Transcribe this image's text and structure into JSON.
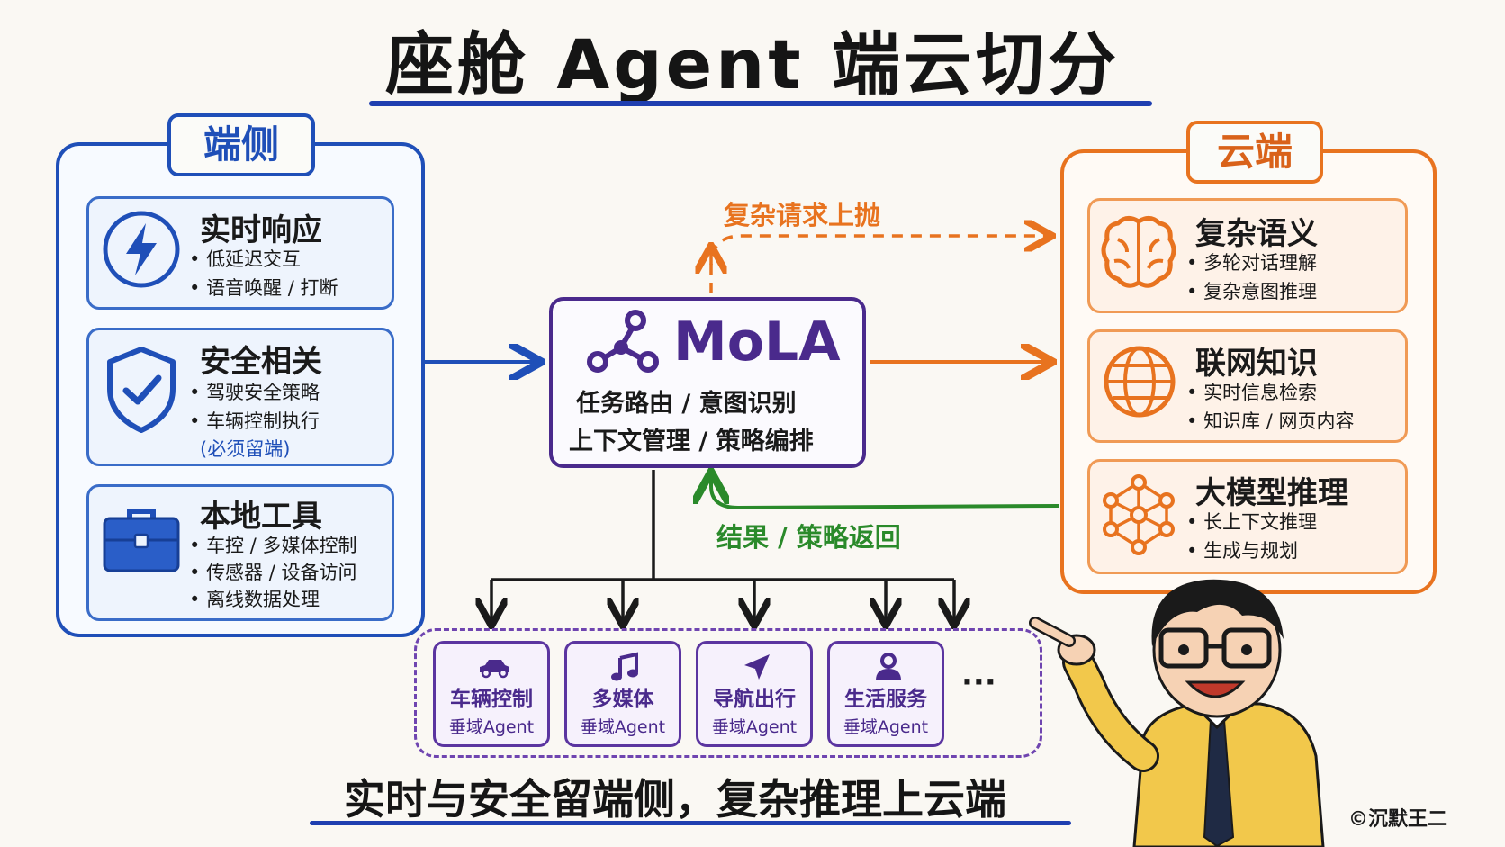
{
  "title": "座舱 Agent 端云切分",
  "edge": {
    "title": "端侧",
    "cards": [
      {
        "title": "实时响应",
        "icon": "lightning-icon",
        "items": [
          "低延迟交互",
          "语音唤醒 / 打断"
        ]
      },
      {
        "title": "安全相关",
        "icon": "shield-check-icon",
        "items": [
          "驾驶安全策略",
          "车辆控制执行"
        ],
        "note": "(必须留端)"
      },
      {
        "title": "本地工具",
        "icon": "toolbox-icon",
        "items": [
          "车控 / 多媒体控制",
          "传感器 / 设备访问",
          "离线数据处理"
        ]
      }
    ]
  },
  "cloud": {
    "title": "云端",
    "cards": [
      {
        "title": "复杂语义",
        "icon": "brain-icon",
        "items": [
          "多轮对话理解",
          "复杂意图推理"
        ]
      },
      {
        "title": "联网知识",
        "icon": "globe-icon",
        "items": [
          "实时信息检索",
          "知识库 / 网页内容"
        ]
      },
      {
        "title": "大模型推理",
        "icon": "network-icon",
        "items": [
          "长上下文推理",
          "生成与规划"
        ]
      }
    ]
  },
  "mola": {
    "name": "MoLA",
    "lines": [
      "任务路由 / 意图识别",
      "上下文管理 / 策略编排"
    ]
  },
  "arrows": {
    "upload": "复杂请求上抛",
    "return": "结果 / 策略返回"
  },
  "agents": [
    {
      "name": "车辆控制",
      "sub": "垂域Agent",
      "icon": "car-icon"
    },
    {
      "name": "多媒体",
      "sub": "垂域Agent",
      "icon": "music-note-icon"
    },
    {
      "name": "导航出行",
      "sub": "垂域Agent",
      "icon": "navigation-arrow-icon"
    },
    {
      "name": "生活服务",
      "sub": "垂域Agent",
      "icon": "person-icon"
    }
  ],
  "ellipsis": "···",
  "slogan": "实时与安全留端侧，复杂推理上云端",
  "credit": "©沉默王二",
  "colors": {
    "edge": "#1f4fb8",
    "cloud": "#e8731f",
    "mola": "#4a2a8c",
    "return": "#2a8a2a"
  }
}
